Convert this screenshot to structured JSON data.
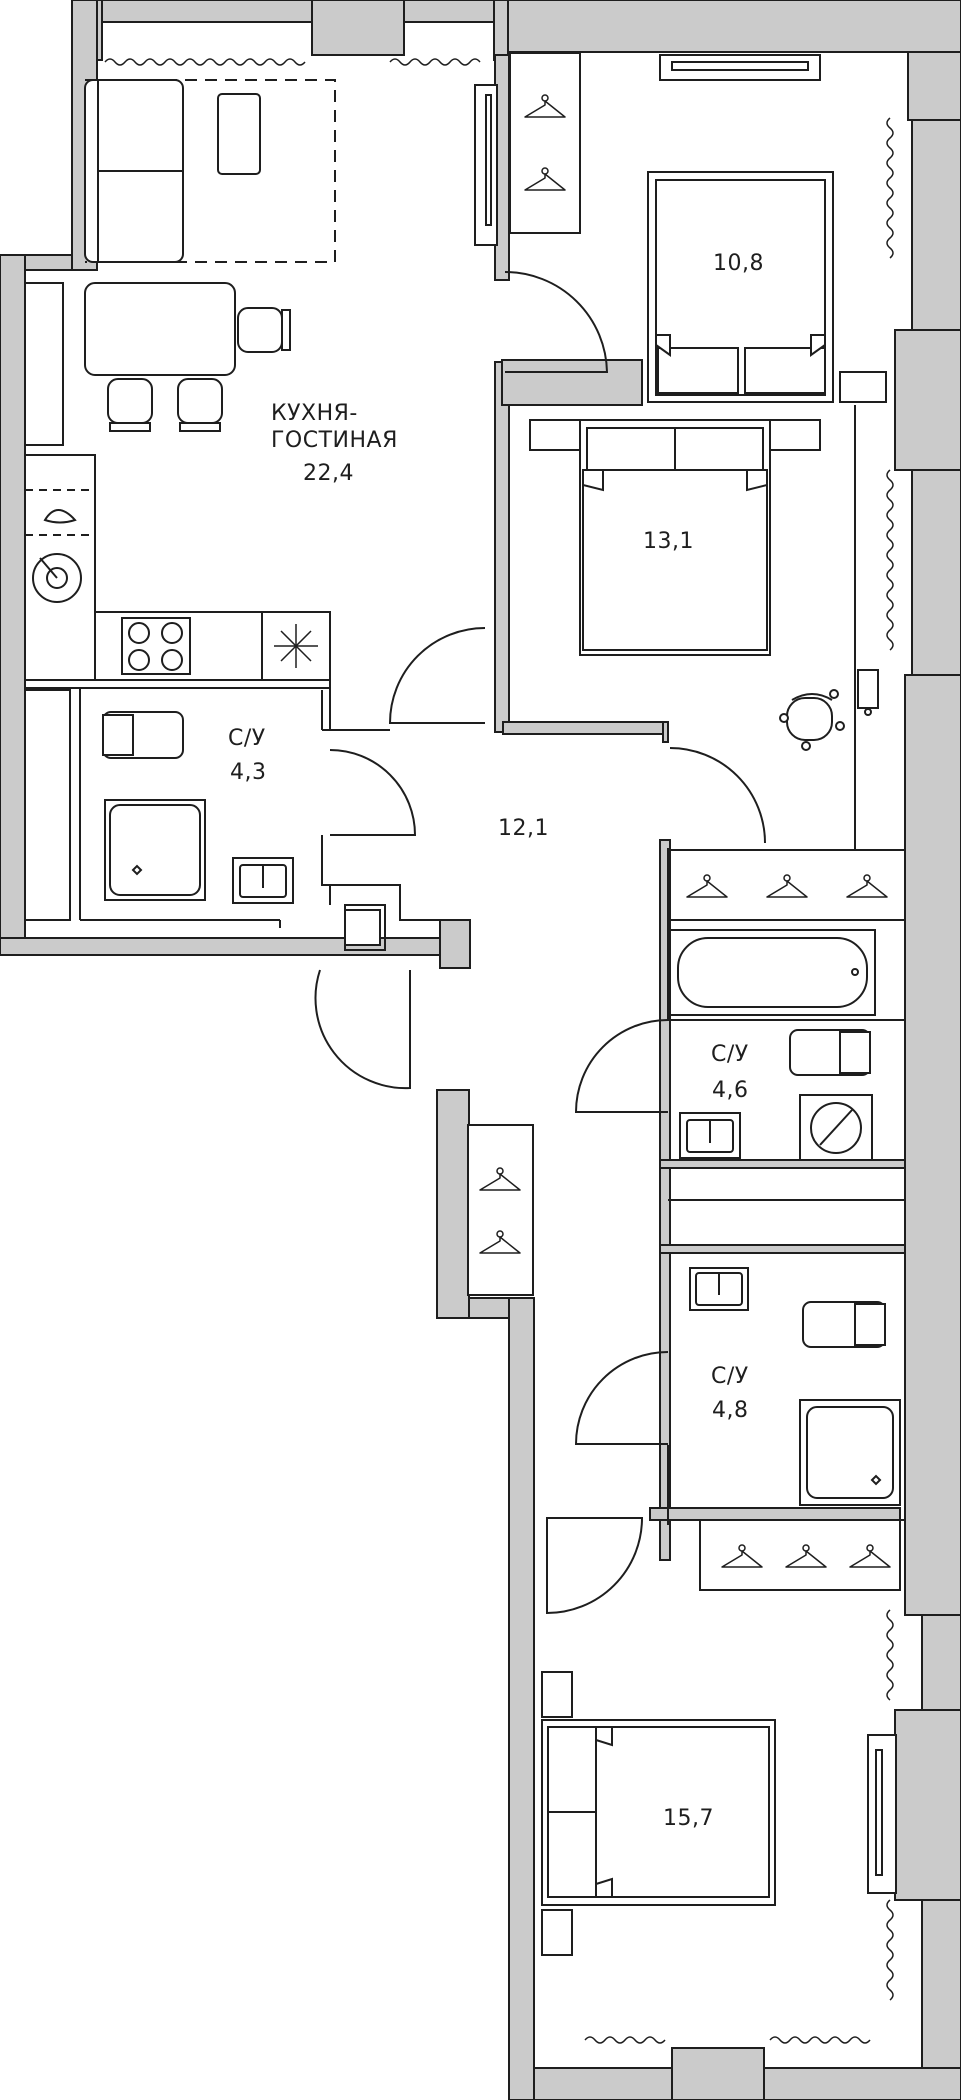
{
  "rooms": {
    "living": {
      "name_line1": "КУХНЯ-",
      "name_line2": "ГОСТИНАЯ",
      "area": "22,4"
    },
    "bedroom_top": {
      "area": "10,8"
    },
    "bedroom_mid": {
      "area": "13,1"
    },
    "hall": {
      "area": "12,1"
    },
    "bath_left": {
      "name": "С/У",
      "area": "4,3"
    },
    "bath_mid": {
      "name": "С/У",
      "area": "4,6"
    },
    "bath_low": {
      "name": "С/У",
      "area": "4,8"
    },
    "bedroom_bottom": {
      "area": "15,7"
    }
  },
  "colors": {
    "wall": "#cbcbcb",
    "line": "#1e1e1e",
    "background": "#ffffff"
  }
}
